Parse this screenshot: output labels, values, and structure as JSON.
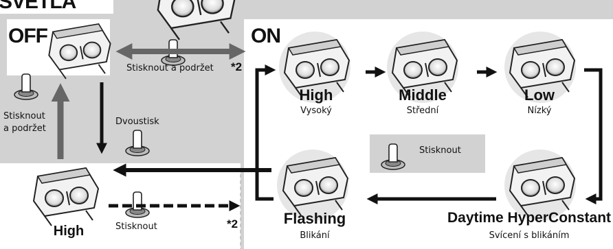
{
  "header": {
    "title": "SVĚTLA"
  },
  "off_panel": {
    "title": "OFF"
  },
  "on_panel": {
    "title": "ON"
  },
  "actions": {
    "hold_top": "Stisknout a podržet",
    "hold_top_note": "*2",
    "hold_left_line1": "Stisknout",
    "hold_left_line2": "a podržet",
    "double_press": "Dvoustisk",
    "press_legend": "Stisknout",
    "press_bottom": "Stisknout",
    "press_bottom_note": "*2"
  },
  "modes": {
    "high": {
      "name": "High",
      "label": "Vysoký"
    },
    "middle": {
      "name": "Middle",
      "label": "Střední"
    },
    "low": {
      "name": "Low",
      "label": "Nízký"
    },
    "daytime": {
      "name": "Daytime HyperConstant",
      "label": "Svícení s blikáním"
    },
    "flashing": {
      "name": "Flashing",
      "label": "Blikání"
    },
    "standby_high": {
      "name": "High"
    }
  }
}
